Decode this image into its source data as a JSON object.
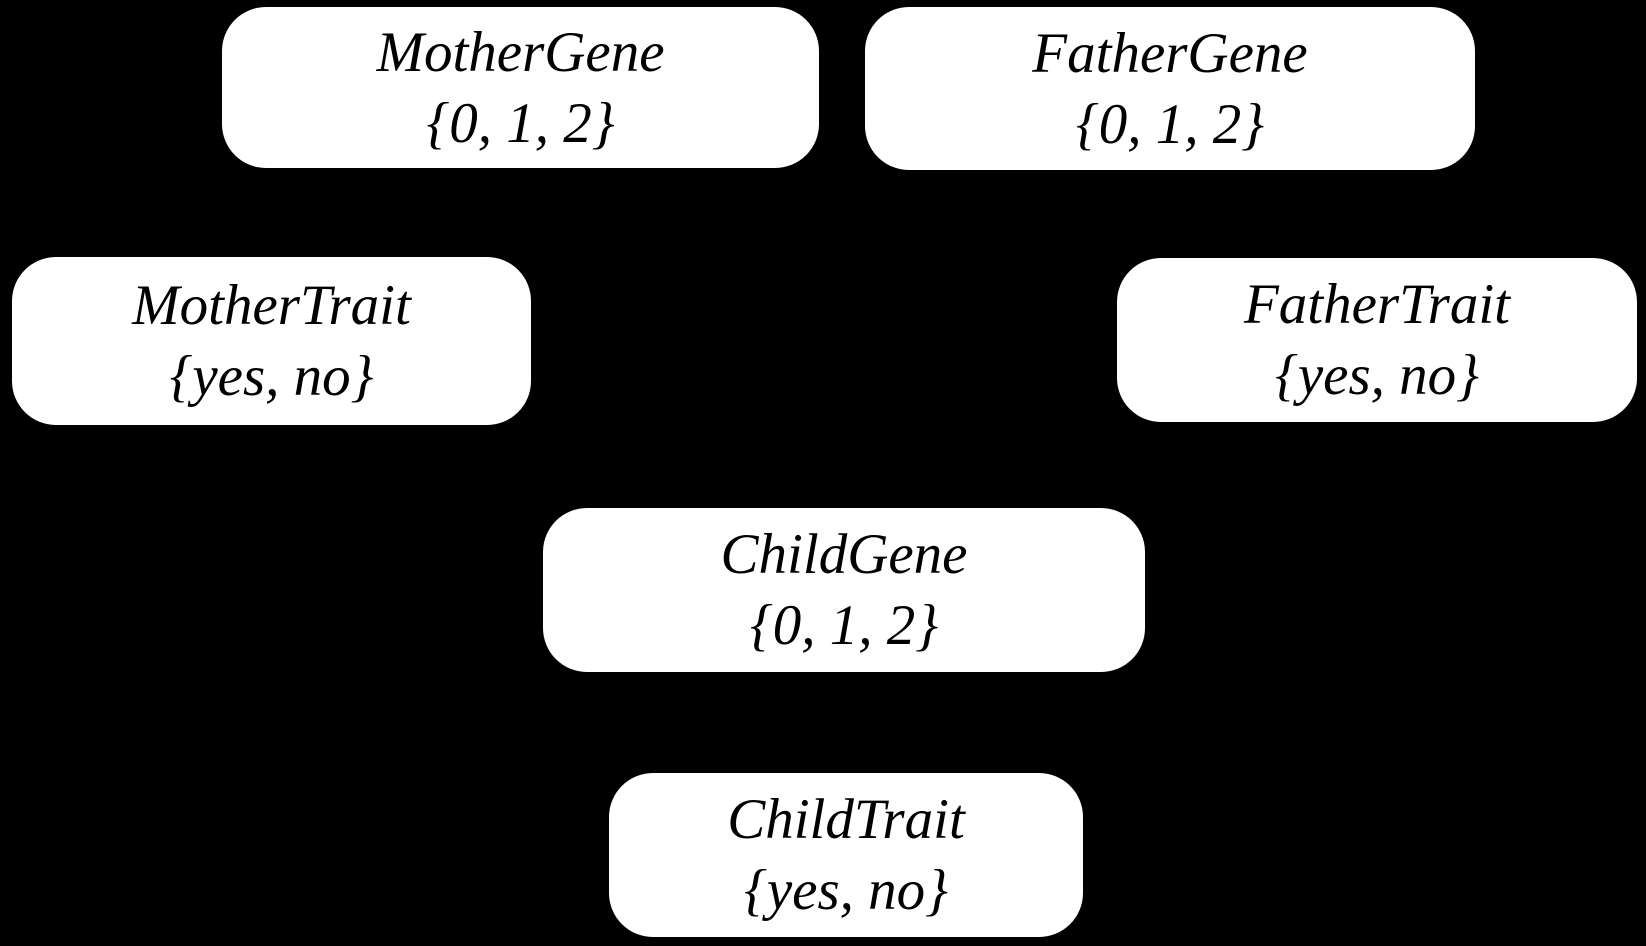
{
  "colors": {
    "background": "#000000",
    "node_fill": "#ffffff",
    "node_text": "#000000"
  },
  "nodes": [
    {
      "id": "mother-gene",
      "label": "MotherGene",
      "domain": "{0, 1, 2}"
    },
    {
      "id": "father-gene",
      "label": "FatherGene",
      "domain": "{0, 1, 2}"
    },
    {
      "id": "mother-trait",
      "label": "MotherTrait",
      "domain": "{yes, no}"
    },
    {
      "id": "father-trait",
      "label": "FatherTrait",
      "domain": "{yes, no}"
    },
    {
      "id": "child-gene",
      "label": "ChildGene",
      "domain": "{0, 1, 2}"
    },
    {
      "id": "child-trait",
      "label": "ChildTrait",
      "domain": "{yes, no}"
    }
  ]
}
